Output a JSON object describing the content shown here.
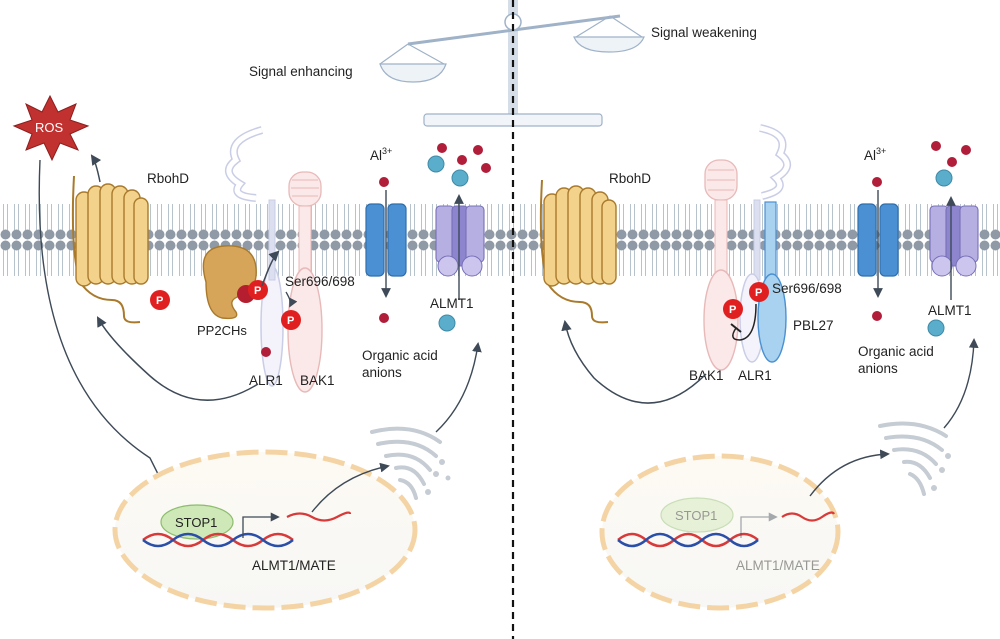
{
  "balance": {
    "left_label": "Signal enhancing",
    "right_label": "Signal weakening"
  },
  "left_panel": {
    "ros": "ROS",
    "rbohd": "RbohD",
    "pp2chs": "PP2CHs",
    "alr1": "ALR1",
    "bak1": "BAK1",
    "site": "Ser696/698",
    "al_base": "Al",
    "al_charge": "3+",
    "almt1": "ALMT1",
    "organic_acid": "Organic acid",
    "anions": "anions",
    "stop1": "STOP1",
    "gene": "ALMT1/MATE",
    "phospho": "P"
  },
  "right_panel": {
    "rbohd": "RbohD",
    "bak1": "BAK1",
    "alr1": "ALR1",
    "pbl27": "PBL27",
    "site": "Ser696/698",
    "al_base": "Al",
    "al_charge": "3+",
    "almt1": "ALMT1",
    "organic_acid": "Organic acid",
    "anions": "anions",
    "stop1": "STOP1",
    "gene": "ALMT1/MATE",
    "phospho": "P"
  },
  "colors": {
    "membrane_head": "#8f9aa6",
    "rbohd_fill": "#f3d38c",
    "rbohd_stroke": "#a97a2c",
    "al_channel": "#4a90d2",
    "almt1_channel": "#8d86cf",
    "phospho": "#e02020",
    "ros": "#c0312f",
    "anion": "#5aaecb",
    "al_ion": "#b01e3a",
    "nucleus": "#f4d4a4",
    "stop1": "#cfe8b8"
  }
}
